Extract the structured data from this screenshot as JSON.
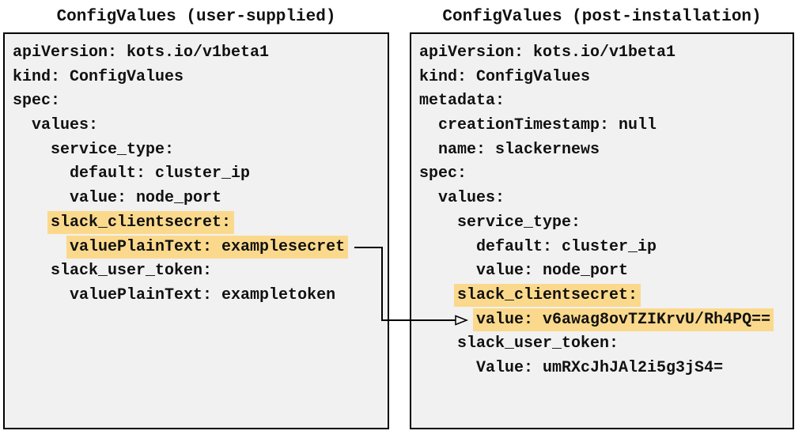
{
  "colors": {
    "page_background": "#ffffff",
    "box_background": "#f1f1f1",
    "box_border": "#000000",
    "text": "#111111",
    "highlight": "#fbd98c",
    "arrow": "#000000"
  },
  "panels": [
    {
      "id": "user-supplied",
      "title": "ConfigValues (user-supplied)",
      "lines": [
        {
          "indent": 0,
          "text": "apiVersion: kots.io/v1beta1",
          "highlight": false
        },
        {
          "indent": 0,
          "text": "kind: ConfigValues",
          "highlight": false
        },
        {
          "indent": 0,
          "text": "spec:",
          "highlight": false
        },
        {
          "indent": 2,
          "text": "values:",
          "highlight": false
        },
        {
          "indent": 4,
          "text": "service_type:",
          "highlight": false
        },
        {
          "indent": 6,
          "text": "default: cluster_ip",
          "highlight": false
        },
        {
          "indent": 6,
          "text": "value: node_port",
          "highlight": false
        },
        {
          "indent": 4,
          "text": "slack_clientsecret:",
          "highlight": true
        },
        {
          "indent": 6,
          "text": "valuePlainText: examplesecret",
          "highlight": true
        },
        {
          "indent": 4,
          "text": "slack_user_token:",
          "highlight": false
        },
        {
          "indent": 6,
          "text": "valuePlainText: exampletoken",
          "highlight": false
        }
      ]
    },
    {
      "id": "post-installation",
      "title": "ConfigValues (post-installation)",
      "lines": [
        {
          "indent": 0,
          "text": "apiVersion: kots.io/v1beta1",
          "highlight": false
        },
        {
          "indent": 0,
          "text": "kind: ConfigValues",
          "highlight": false
        },
        {
          "indent": 0,
          "text": "metadata:",
          "highlight": false
        },
        {
          "indent": 2,
          "text": "creationTimestamp: null",
          "highlight": false
        },
        {
          "indent": 2,
          "text": "name: slackernews",
          "highlight": false
        },
        {
          "indent": 0,
          "text": "spec:",
          "highlight": false
        },
        {
          "indent": 2,
          "text": "values:",
          "highlight": false
        },
        {
          "indent": 4,
          "text": "service_type:",
          "highlight": false
        },
        {
          "indent": 6,
          "text": "default: cluster_ip",
          "highlight": false
        },
        {
          "indent": 6,
          "text": "value: node_port",
          "highlight": false
        },
        {
          "indent": 4,
          "text": "slack_clientsecret:",
          "highlight": true
        },
        {
          "indent": 6,
          "text": "value: v6awag8ovTZIKrvU/Rh4PQ==",
          "highlight": true
        },
        {
          "indent": 4,
          "text": "slack_user_token:",
          "highlight": false
        },
        {
          "indent": 6,
          "text": "Value: umRXcJhJAl2i5g3jS4=",
          "highlight": false
        }
      ]
    }
  ],
  "arrow": {
    "from": "valuePlainText: examplesecret",
    "to": "value: v6awag8ovTZIKrvU/Rh4PQ=="
  }
}
